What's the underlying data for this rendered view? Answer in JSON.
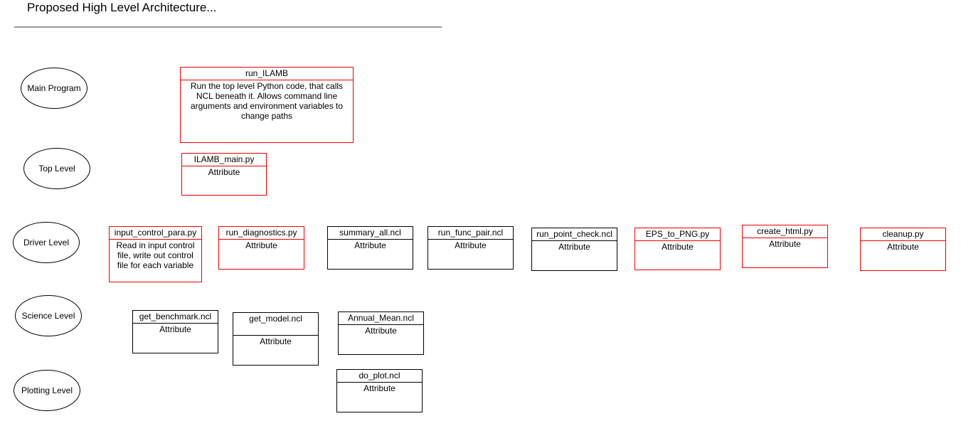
{
  "title": "Proposed High Level Architecture...",
  "levels": [
    "Main Program",
    "Top Level",
    "Driver Level",
    "Science Level",
    "Plotting Level"
  ],
  "boxes": [
    {
      "name": "run_ILAMB",
      "body": "Run the top level Python code, that calls NCL beneath it. Allows command line arguments and environment variables to change paths",
      "color": "#ee0000"
    },
    {
      "name": "ILAMB_main.py",
      "body": "Attribute",
      "color": "#ee0000"
    },
    {
      "name": "input_control_para.py",
      "body": "Read in input control file, write out control file for each variable",
      "color": "#ee0000"
    },
    {
      "name": "run_diagnostics.py",
      "body": "Attribute",
      "color": "#ee0000"
    },
    {
      "name": "summary_all.ncl",
      "body": "Attribute",
      "color": "#000000"
    },
    {
      "name": "run_func_pair.ncl",
      "body": "Attribute",
      "color": "#000000"
    },
    {
      "name": "run_point_check.ncl",
      "body": "Attribute",
      "color": "#000000"
    },
    {
      "name": "EPS_to_PNG.py",
      "body": "Attribute",
      "color": "#ee0000"
    },
    {
      "name": "create_html.py",
      "body": "Attribute",
      "color": "#ee0000"
    },
    {
      "name": "cleanup.py",
      "body": "Attribute",
      "color": "#ee0000"
    },
    {
      "name": "get_benchmark.ncl",
      "body": "Attribute",
      "color": "#000000"
    },
    {
      "name": "get_model.ncl",
      "body": "Attribute",
      "color": "#000000"
    },
    {
      "name": "Annual_Mean.ncl",
      "body": "Attribute",
      "color": "#000000"
    },
    {
      "name": "do_plot.ncl",
      "body": "Attribute",
      "color": "#000000"
    }
  ]
}
